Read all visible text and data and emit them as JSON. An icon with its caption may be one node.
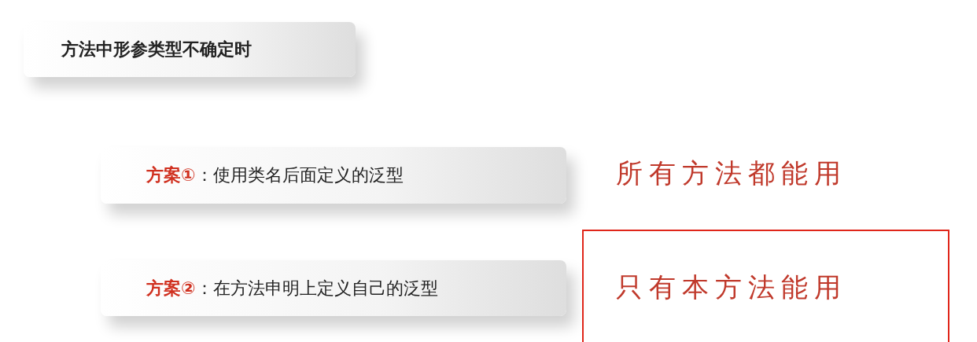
{
  "diagram": {
    "nodes": [
      {
        "text": [
          "方法中形参类型不确定时"
        ]
      },
      {
        "text": [
          "**方案①**：使用类名后面定义的泛型"
        ]
      },
      {
        "text": [
          "**方案②**：在方法申明上定义自己的泛型"
        ]
      },
      {
        "text": [
          "只有本方法能用"
        ]
      }
    ],
    "labels": [
      "所有方法都能用"
    ]
  }
}
